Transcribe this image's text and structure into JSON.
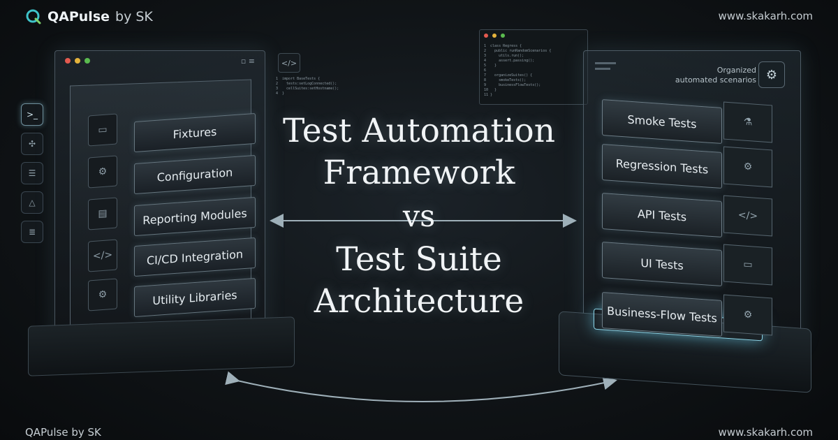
{
  "brand": {
    "name": "QAPulse",
    "suffix": "by SK",
    "footer": "QAPulse by SK"
  },
  "site_url": "www.skakarh.com",
  "title": {
    "line1": "Test Automation",
    "line2": "Framework",
    "vs": "vs",
    "line3": "Test Suite",
    "line4": "Architecture"
  },
  "framework": {
    "components": [
      "Fixtures",
      "Configuration",
      "Reporting Modules",
      "CI/CD Integration",
      "Utility Libraries"
    ],
    "component_icons": [
      "folder-icon",
      "gear-icon",
      "document-icon",
      "code-icon",
      "gear-icon"
    ],
    "code_icon_label": "</>"
  },
  "sidenav": {
    "icons": [
      "terminal-icon",
      "network-icon",
      "settings-sliders-icon",
      "triangle-icon",
      "list-icon"
    ]
  },
  "suite": {
    "header": "Organized automated scenarios",
    "tests": [
      "Smoke Tests",
      "Regression Tests",
      "API Tests",
      "UI Tests",
      "Business-Flow Tests"
    ],
    "test_icons": [
      "flask-icon",
      "gear-icon",
      "code-icon",
      "browser-icon",
      "gear-icon"
    ]
  },
  "colors": {
    "accent_glow": "#8ed7ea",
    "dot_red": "#e45a4f",
    "dot_yellow": "#e5b33c",
    "dot_green": "#5bbb4f"
  }
}
